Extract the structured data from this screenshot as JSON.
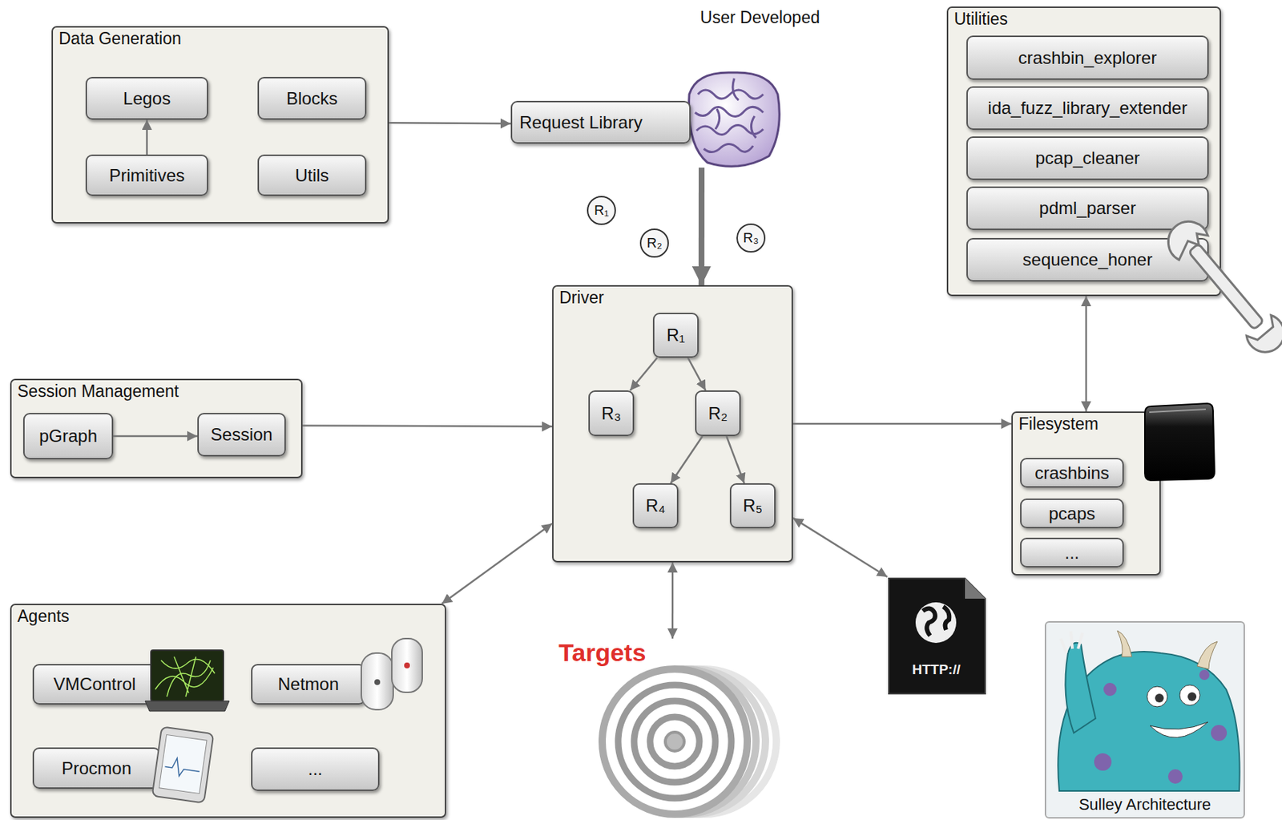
{
  "diagram": {
    "nodes": [
      {
        "text": [
          "User Developed"
        ]
      },
      {
        "text": [
          "Data Generation"
        ],
        "in": 0
      },
      {
        "text": [
          "Legos"
        ],
        "in": 1
      },
      {
        "text": [
          "Blocks"
        ],
        "in": 1
      },
      {
        "text": [
          "Primitives"
        ],
        "in": 1
      },
      {
        "text": [
          "Utils"
        ],
        "in": 1
      },
      {
        "text": [
          "Request Library"
        ],
        "in": 0
      },
      {
        "text": [
          "R₁"
        ],
        "in": 0
      },
      {
        "text": [
          "R₂"
        ],
        "in": 0
      },
      {
        "text": [
          "R₃"
        ],
        "in": 0
      },
      {
        "text": [
          "Driver"
        ],
        "in": 0
      },
      {
        "text": [
          "R₁"
        ],
        "in": 10
      },
      {
        "text": [
          "R₃"
        ],
        "in": 10
      },
      {
        "text": [
          "R₂"
        ],
        "in": 10
      },
      {
        "text": [
          "R₄"
        ],
        "in": 10
      },
      {
        "text": [
          "R₅"
        ],
        "in": 10
      },
      {
        "text": [
          "Utilities"
        ]
      },
      {
        "text": [
          "crashbin_explorer"
        ],
        "in": 16
      },
      {
        "text": [
          "ida_fuzz_library_extender"
        ],
        "in": 16
      },
      {
        "text": [
          "pcap_cleaner"
        ],
        "in": 16
      },
      {
        "text": [
          "pdml_parser"
        ],
        "in": 16
      },
      {
        "text": [
          "sequence_honer"
        ],
        "in": 16
      },
      {
        "text": [
          "Session Management"
        ]
      },
      {
        "text": [
          "pGraph"
        ],
        "in": 22
      },
      {
        "text": [
          "Session"
        ],
        "in": 22
      },
      {
        "text": [
          "Filesystem"
        ]
      },
      {
        "text": [
          "crashbins"
        ],
        "in": 25
      },
      {
        "text": [
          "pcaps"
        ],
        "in": 25
      },
      {
        "text": [
          "..."
        ],
        "in": 25
      },
      {
        "text": [
          "Agents"
        ]
      },
      {
        "text": [
          "VMControl"
        ],
        "in": 29
      },
      {
        "text": [
          "Netmon"
        ],
        "in": 29
      },
      {
        "text": [
          "Procmon"
        ],
        "in": 29
      },
      {
        "text": [
          "..."
        ],
        "in": 29
      },
      {
        "text": [
          "Targets"
        ]
      },
      {
        "text": [
          "HTTP://"
        ]
      },
      {
        "text": [
          "Sulley Architecture"
        ]
      }
    ],
    "edges": [
      {
        "from": 4,
        "to": 2,
        "arrow": "to"
      },
      {
        "from": 1,
        "to": 6,
        "arrow": "to"
      },
      {
        "from": 6,
        "to": 10,
        "arrow": "to"
      },
      {
        "from": 11,
        "to": 12,
        "arrow": "to"
      },
      {
        "from": 11,
        "to": 13,
        "arrow": "to"
      },
      {
        "from": 13,
        "to": 14,
        "arrow": "to"
      },
      {
        "from": 13,
        "to": 15,
        "arrow": "to"
      },
      {
        "from": 23,
        "to": 24,
        "arrow": "to"
      },
      {
        "from": 22,
        "to": 10,
        "arrow": "to"
      },
      {
        "from": 29,
        "to": 10,
        "arrow": "both"
      },
      {
        "from": 10,
        "to": 34,
        "arrow": "both"
      },
      {
        "from": 10,
        "to": 35,
        "arrow": "both"
      },
      {
        "from": 10,
        "to": 25,
        "arrow": "to"
      },
      {
        "from": 16,
        "to": 25,
        "arrow": "both"
      }
    ]
  }
}
